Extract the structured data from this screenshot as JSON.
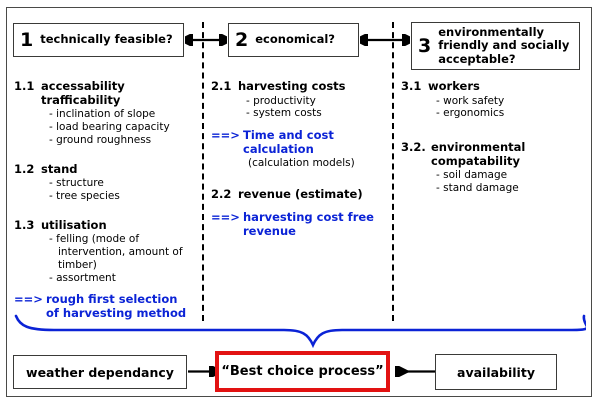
{
  "diagram": {
    "title_boxes": [
      {
        "number": "1",
        "text": "technically feasible?"
      },
      {
        "number": "2",
        "text": "economical?"
      },
      {
        "number": "3",
        "text": "environmentally friendly and socially acceptable?"
      }
    ],
    "columns": [
      {
        "id": "col1",
        "items": [
          {
            "number": "1.1",
            "title": "accessability trafficability",
            "bullets": [
              "- inclination of slope",
              "- load bearing capacity",
              "- ground roughness"
            ]
          },
          {
            "number": "1.2",
            "title": "stand",
            "bullets": [
              "- structure",
              "- tree species"
            ]
          },
          {
            "number": "1.3",
            "title": "utilisation",
            "bullets": [
              "- felling (mode of intervention, amount of timber)",
              "- assortment"
            ]
          }
        ],
        "conclusions": [
          {
            "marker": "==>",
            "text": "rough first selection of harvesting method",
            "note": ""
          }
        ]
      },
      {
        "id": "col2",
        "items": [
          {
            "number": "2.1",
            "title": "harvesting costs",
            "bullets": [
              "- productivity",
              "- system costs"
            ]
          },
          {
            "number": "2.2",
            "title": "revenue (estimate)",
            "bullets": []
          }
        ],
        "conclusions": [
          {
            "marker": "==>",
            "text": "Time and cost calculation",
            "note": "(calculation models)"
          },
          {
            "marker": "==>",
            "text": "harvesting cost free revenue",
            "note": ""
          }
        ]
      },
      {
        "id": "col3",
        "items": [
          {
            "number": "3.1",
            "title": "workers",
            "bullets": [
              "- work safety",
              "- ergonomics"
            ]
          },
          {
            "number": "3.2.",
            "title": "environmental compatability",
            "bullets": [
              "- soil damage",
              "- stand damage"
            ]
          }
        ],
        "conclusions": []
      }
    ],
    "bottom": {
      "left_box": "weather dependancy",
      "center_box": "“Best choice process”",
      "right_box": "availability"
    },
    "colors": {
      "accent_blue": "#0b23d6",
      "highlight_red": "#e21212",
      "line_black": "#000000",
      "frame_gray": "#4a4a48"
    }
  }
}
